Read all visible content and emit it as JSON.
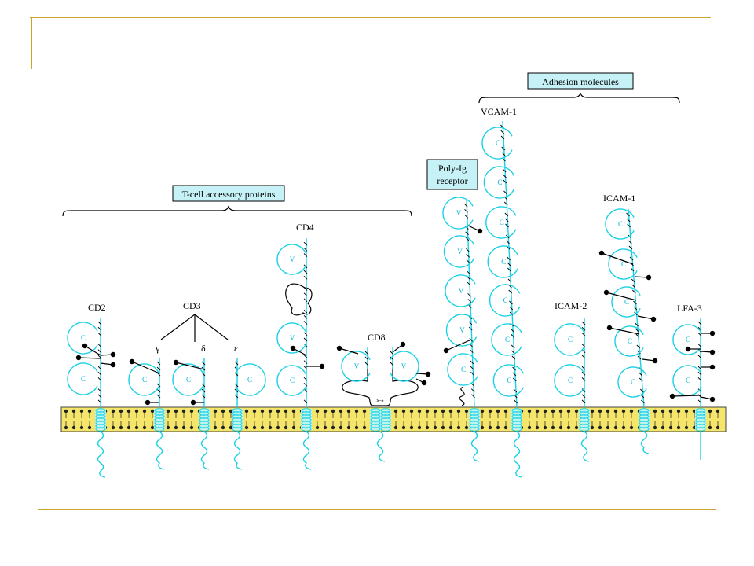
{
  "slide": {
    "accent_color": "#c9a62b",
    "membrane_color": "#f5e66b",
    "protein_color": "#19d1e6",
    "label_box_color": "#c6f2f7"
  },
  "groups": {
    "tcell": "T-cell accessory proteins",
    "polyig": [
      "Poly-Ig",
      "receptor"
    ],
    "adhesion": "Adhesion molecules"
  },
  "molecules": {
    "cd2": "CD2",
    "cd3": "CD3",
    "cd4": "CD4",
    "cd8": "CD8",
    "vcam1": "VCAM-1",
    "icam2": "ICAM-2",
    "icam1": "ICAM-1",
    "lfa3": "LFA-3"
  },
  "chains": {
    "gamma": "γ",
    "delta": "δ",
    "epsilon": "ε"
  },
  "domain_types": {
    "constant": "C",
    "variable": "V"
  },
  "disulfide": "s–s"
}
